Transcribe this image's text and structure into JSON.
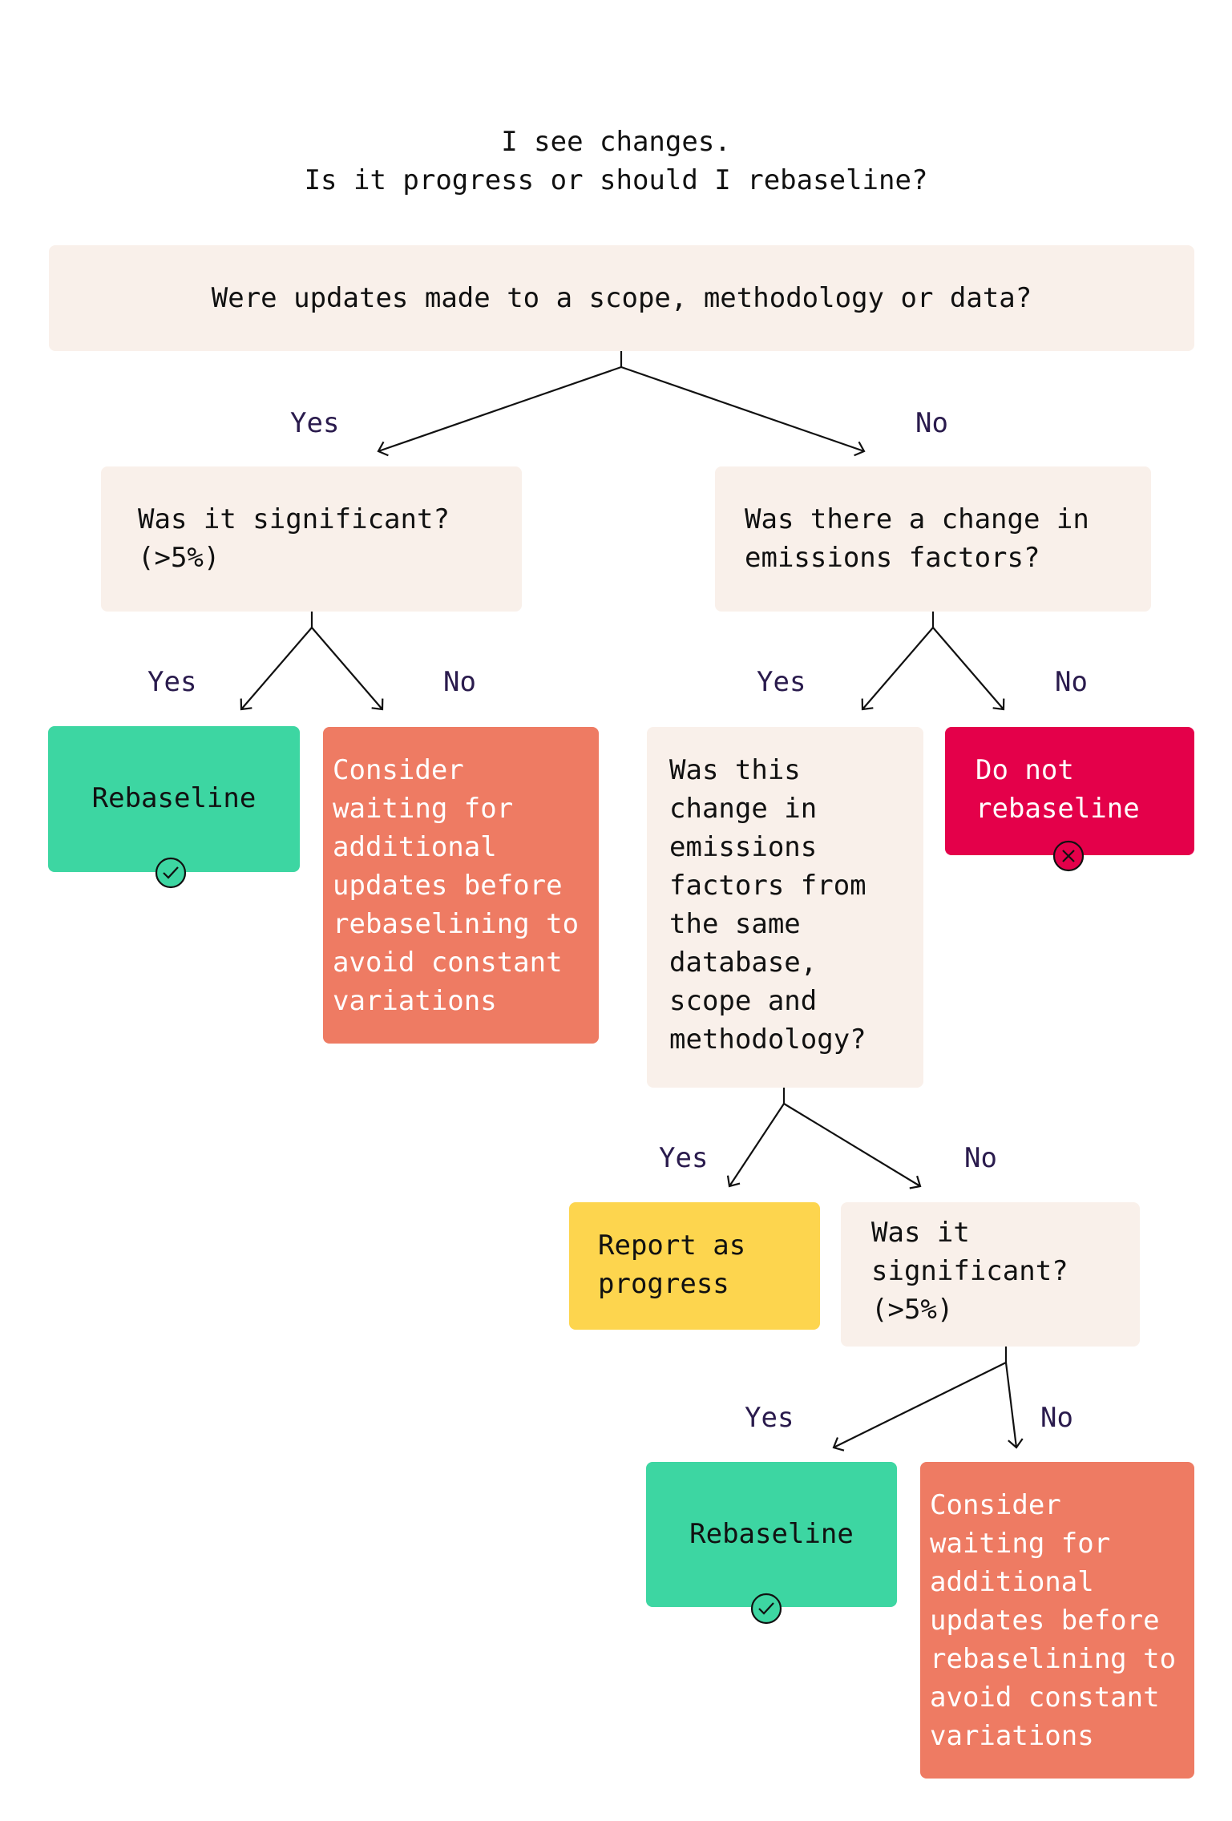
{
  "title_line1": "I see changes.",
  "title_line2": "Is it progress or should I rebaseline?",
  "nodes": {
    "q1": [
      "Were updates made to a scope, methodology or data?"
    ],
    "q2": [
      "Was it significant?",
      "(>5%)"
    ],
    "q3": [
      "Was there a change in",
      "emissions factors?"
    ],
    "r1": [
      "Rebaseline"
    ],
    "c1": [
      "Consider",
      "waiting for",
      "additional",
      "updates before",
      "rebaselining to",
      "avoid constant",
      "variations"
    ],
    "q4": [
      "Was this",
      "change in",
      "emissions",
      "factors from",
      "the same",
      "database,",
      "scope and",
      "methodology?"
    ],
    "d1": [
      "Do not",
      "rebaseline"
    ],
    "p1": [
      "Report as",
      "progress"
    ],
    "q5": [
      "Was it",
      "significant?",
      "(>5%)"
    ],
    "r2": [
      "Rebaseline"
    ],
    "c2": [
      "Consider",
      "waiting for",
      "additional",
      "updates before",
      "rebaselining to",
      "avoid constant",
      "variations"
    ]
  },
  "labels": {
    "yes": "Yes",
    "no": "No"
  },
  "colors": {
    "beige": "#f9f0ea",
    "green": "#3dd6a2",
    "orange": "#ee7b63",
    "red": "#e4004a",
    "yellow": "#fdd54e",
    "label": "#2a1b4d"
  },
  "icons": {
    "rebaseline": "check-circle-icon",
    "do_not": "x-circle-icon"
  }
}
